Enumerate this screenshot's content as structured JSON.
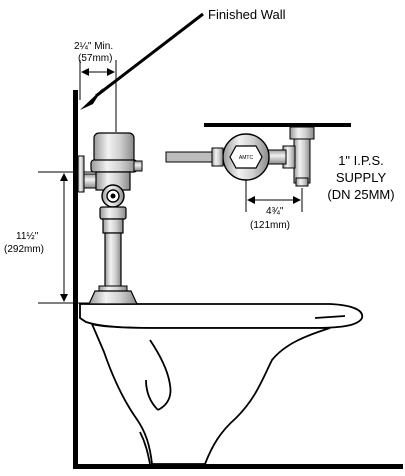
{
  "labels": {
    "finished_wall": "Finished Wall",
    "min_clearance_in": "2¼\" Min.",
    "min_clearance_mm": "(57mm)",
    "height_in": "11½\"",
    "height_mm": "(292mm)",
    "offset_in": "4¾\"",
    "offset_mm": "(121mm)",
    "supply_line1": "1\" I.P.S.",
    "supply_line2": "SUPPLY",
    "supply_line3": "(DN 25MM)",
    "valve_badge": "AMTC"
  },
  "colors": {
    "ink": "#000000",
    "metal_light": "#e6e6e6",
    "metal_mid": "#bdbdbd",
    "metal_dark": "#8c8c8c",
    "porcelain": "#ffffff",
    "background": "#ffffff"
  }
}
